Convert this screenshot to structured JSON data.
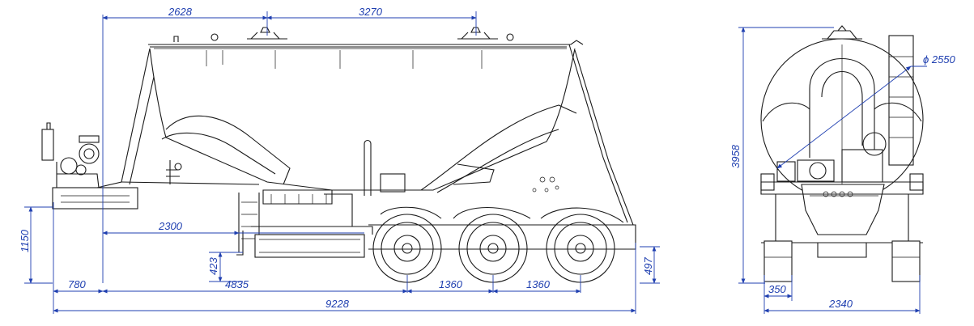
{
  "colors": {
    "line": "#1a1a1a",
    "dimension": "#1f3fb0",
    "background": "#ffffff"
  },
  "dimensions": {
    "top_front_to_first_hatch": "2628",
    "top_hatch_spacing": "3270",
    "height_to_hitch": "1150",
    "kingpin_to_axle_block": "2300",
    "support_height": "423",
    "rear_ground_clearance": "497",
    "front_overhang": "780",
    "kingpin_to_first_axle": "4835",
    "axle_spacing_1": "1360",
    "axle_spacing_2": "1360",
    "overall_length": "9228",
    "overall_height": "3958",
    "tank_diameter": "ϕ 2550",
    "wheel_width": "350",
    "overall_width": "2340"
  }
}
